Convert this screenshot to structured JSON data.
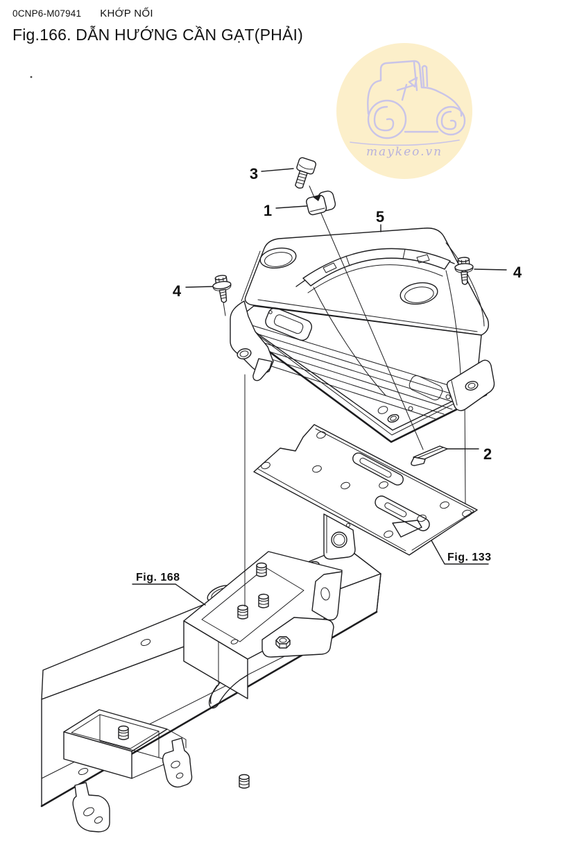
{
  "page": {
    "background_color": "#ffffff",
    "doc_code": "0CNP6-M07941",
    "section_label": "KHỚP NỐI",
    "figure_caption": "Fig.166.  DẪN HƯỚNG CẦN GẠT(PHẢI)",
    "stray_mark": "."
  },
  "watermark": {
    "site_text": "maykeo.vn",
    "icon": "tractor-sketch-icon",
    "circle_color": "#fcefca",
    "line_color": "#c9c4e8",
    "text_color": "#b8b2dc"
  },
  "diagram": {
    "type": "exploded-parts-drawing",
    "line_color": "#1d1d1f",
    "callouts": [
      {
        "label": "3",
        "part": "round-head-screw"
      },
      {
        "label": "1",
        "part": "guide-nut-block"
      },
      {
        "label": "5",
        "part": "lever-guide-cover"
      },
      {
        "label": "4",
        "part": "flange-bolt-left"
      },
      {
        "label": "4",
        "part": "flange-bolt-right"
      },
      {
        "label": "2",
        "part": "clip-plate"
      }
    ],
    "figure_refs": [
      {
        "label": "Fig. 133",
        "target": "mounting-plate"
      },
      {
        "label": "Fig. 168",
        "target": "frame-rail"
      }
    ]
  }
}
